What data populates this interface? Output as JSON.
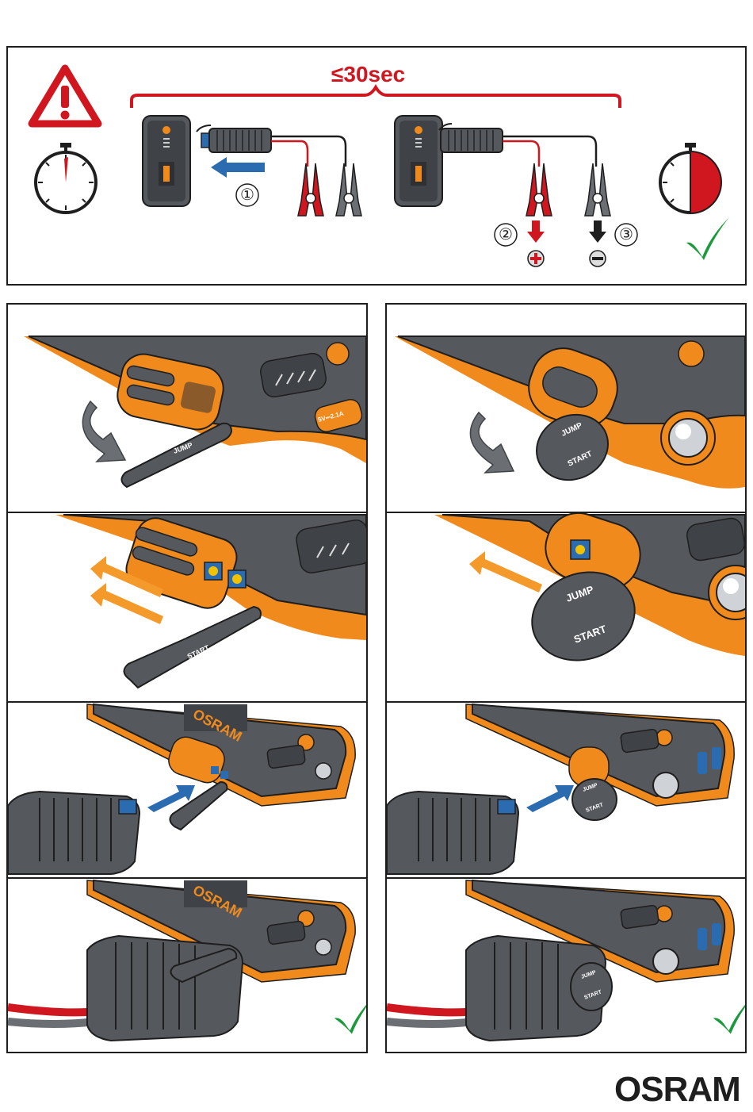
{
  "top": {
    "time_limit": "≤30sec",
    "step1": "①",
    "step2": "②",
    "step3": "③",
    "plus_symbol": "+",
    "minus_symbol": "−"
  },
  "device": {
    "brand_on_device": "OSRAM",
    "port_label": "5V⎓2.1A",
    "cap_line1": "JUMP",
    "cap_line2": "START"
  },
  "footer": {
    "logo": "OSRAM"
  },
  "colors": {
    "accent_red": "#d0161f",
    "check_green": "#1a9a3a",
    "device_orange": "#f08a1c",
    "device_gray": "#55585d",
    "arrow_blue": "#2b6cb0",
    "arrow_orange": "#f39a2a"
  },
  "icons": [
    "warning-triangle-icon",
    "stopwatch-icon",
    "stopwatch-half-icon",
    "checkmark-icon",
    "arrow-icon",
    "rotate-arrow-icon",
    "car-icon"
  ]
}
